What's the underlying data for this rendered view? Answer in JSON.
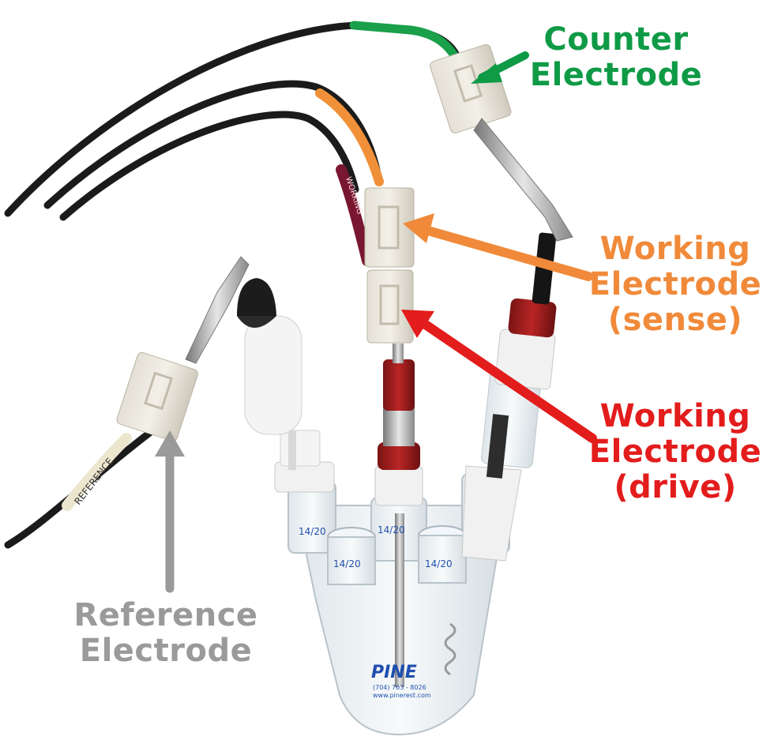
{
  "colors": {
    "counter": "#0f9a46",
    "working_sense": "#f08a3a",
    "working_drive": "#e31c1c",
    "reference": "#9a9a9a"
  },
  "labels": {
    "counter": {
      "line1": "Counter",
      "line2": "Electrode"
    },
    "working_sense": {
      "line1": "Working",
      "line2": "Electrode",
      "line3": "(sense)"
    },
    "working_drive": {
      "line1": "Working",
      "line2": "Electrode",
      "line3": "(drive)"
    },
    "reference": {
      "line1": "Reference",
      "line2": "Electrode"
    }
  },
  "cell": {
    "brand": "PINE",
    "phone": "(704) 763 - 8026",
    "url": "www.pinerest.com",
    "joint_mark": "14/20",
    "cable_tags": {
      "reference": "REFERENCE",
      "working": "WORKING"
    }
  }
}
